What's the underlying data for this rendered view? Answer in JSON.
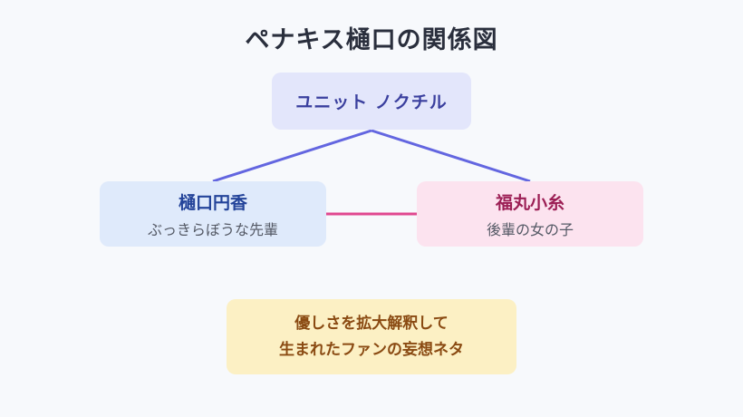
{
  "title": "ペナキス樋口の関係図",
  "nodes": {
    "unit": {
      "label": "ユニット ノクチル"
    },
    "madoka": {
      "label": "樋口円香",
      "description": "ぶっきらぼうな先輩"
    },
    "koito": {
      "label": "福丸小糸",
      "description": "後輩の女の子"
    }
  },
  "note": {
    "lines": [
      "優しさを拡大解釈して",
      "生まれたファンの妄想ネタ"
    ]
  },
  "colors": {
    "unit_link": "#6366e0",
    "pair_link": "#e0488f",
    "unit_box": "#e3e6fb",
    "madoka_box": "#dfeafb",
    "koito_box": "#fce3ef",
    "note_box": "#fcf0c4"
  }
}
